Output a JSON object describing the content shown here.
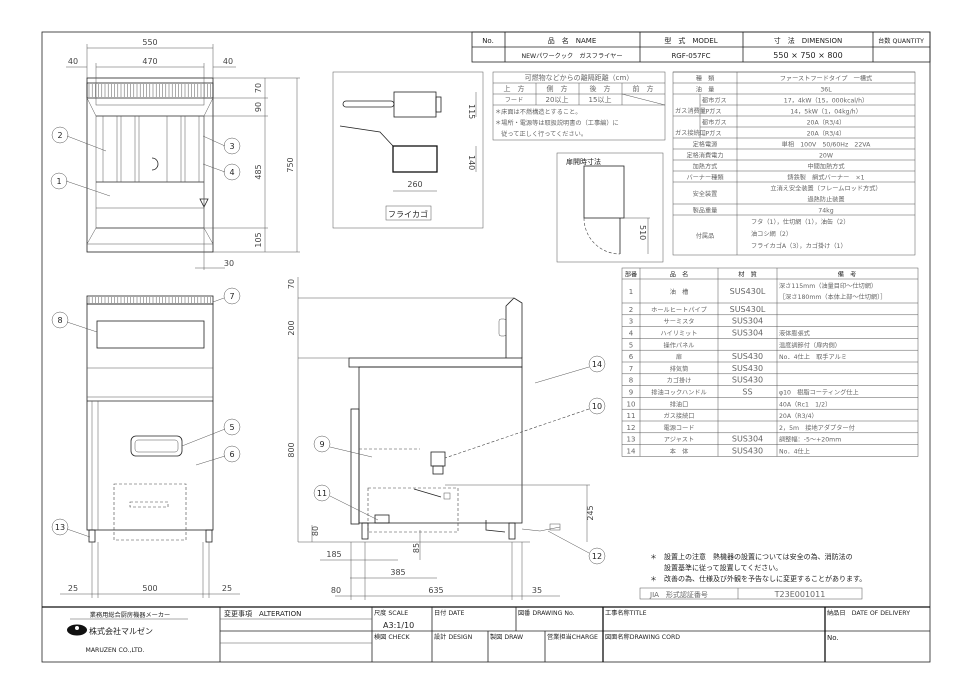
{
  "title_block": {
    "headers": {
      "no": "No.",
      "name": "品　名　NAME",
      "model": "型　式　MODEL",
      "dimension": "寸　法　DIMENSION",
      "quantity": "台数 QUANTITY"
    },
    "name": "NEWパワークック　ガスフライヤー",
    "model": "RGF-057FC",
    "dimension": "550 × 750 × 800"
  },
  "clearance": {
    "title": "可燃物などからの離隔距離（cm）",
    "headers": [
      "上　方",
      "側　方",
      "後　方",
      "前　方"
    ],
    "values": [
      "フード",
      "20以上",
      "15以上",
      ""
    ],
    "notes": [
      "＊床面は不燃構造とすること。",
      "＊場所・電源等は取扱説明書の（工事編）に",
      "　従って正しく行ってください。"
    ]
  },
  "specs": {
    "rows": [
      {
        "label": "種　類",
        "value": "ファーストフードタイプ　一槽式"
      },
      {
        "label": "油　量",
        "value": "36L"
      },
      {
        "group": "ガス消費量",
        "sub": "都市ガス",
        "value": "17，4kW（15，000kcal/h）"
      },
      {
        "sub": "LPガス",
        "value": "14，5kW（1，04kg/h）"
      },
      {
        "group": "ガス接続口",
        "sub": "都市ガス",
        "value": "20A（R3/4）"
      },
      {
        "sub": "LPガス",
        "value": "20A（R3/4）"
      },
      {
        "label": "定格電源",
        "value": "単相　100V　50/60Hz　22VA"
      },
      {
        "label": "定格消費電力",
        "value": "20W"
      },
      {
        "label": "加熱方式",
        "value": "中間加熱方式"
      },
      {
        "label": "バーナー種類",
        "value": "鋳鉄製　網式バーナー　×1"
      },
      {
        "label": "安全装置",
        "value": "立消え安全装置（フレームロッド方式）",
        "value2": "過熱防止装置"
      },
      {
        "label": "製品重量",
        "value": "74kg"
      },
      {
        "label": "付属品",
        "value": "フタ（1），仕切網（1），油缶（2）",
        "value2": "油コシ網（2）",
        "value3": "フライカゴA（3），カゴ掛け（1）"
      }
    ]
  },
  "parts": {
    "headers": [
      "部番",
      "品　名",
      "材　質",
      "備　考"
    ],
    "rows": [
      {
        "no": "1",
        "name": "油　槽",
        "material": "SUS430L",
        "note": "深さ115mm（油量目印～仕切網）",
        "note2": "［深さ180mm（本体上部～仕切網）］"
      },
      {
        "no": "2",
        "name": "ホールヒートパイプ",
        "material": "SUS430L",
        "note": ""
      },
      {
        "no": "3",
        "name": "サーミスタ",
        "material": "SUS304",
        "note": ""
      },
      {
        "no": "4",
        "name": "ハイリミット",
        "material": "SUS304",
        "note": "液体膨張式"
      },
      {
        "no": "5",
        "name": "操作パネル",
        "material": "",
        "note": "温度調節付（扉内側）"
      },
      {
        "no": "6",
        "name": "扉",
        "material": "SUS430",
        "note": "No．4仕上　取手アルミ"
      },
      {
        "no": "7",
        "name": "排気筒",
        "material": "SUS430",
        "note": ""
      },
      {
        "no": "8",
        "name": "カゴ掛け",
        "material": "SUS430",
        "note": ""
      },
      {
        "no": "9",
        "name": "排油コックハンドル",
        "material": "SS",
        "note": "φ10　樹脂コーティング仕上"
      },
      {
        "no": "10",
        "name": "排油口",
        "material": "",
        "note": "40A（Rc1　1/2）"
      },
      {
        "no": "11",
        "name": "ガス接続口",
        "material": "",
        "note": "20A（R3/4）"
      },
      {
        "no": "12",
        "name": "電源コード",
        "material": "",
        "note": "2，5m　接地アダプター付"
      },
      {
        "no": "13",
        "name": "アジャスト",
        "material": "SUS304",
        "note": "調整幅：-5～+20mm"
      },
      {
        "no": "14",
        "name": "本　体",
        "material": "SUS430",
        "note": "No．4仕上"
      }
    ]
  },
  "notes": {
    "line1": "＊　設置上の注意　熱機器の設置については安全の為、消防法の",
    "line2": "　　設置基準に従って設置してください。",
    "line3": "＊　改善の為、仕様及び外観を予告なしに変更することがあります。",
    "jia_label": "JIA　形式認証番号",
    "jia_value": "T23E001011"
  },
  "basket": {
    "label": "フライカゴ",
    "dims": [
      "115",
      "140",
      "260"
    ]
  },
  "door": {
    "title": "扉開時寸法",
    "dim": "510"
  },
  "plan_view": {
    "dims": [
      "550",
      "40",
      "470",
      "40",
      "70",
      "90",
      "485",
      "105",
      "750",
      "30"
    ],
    "balloons": [
      "1",
      "2",
      "3",
      "4"
    ]
  },
  "front_view": {
    "dims": [
      "25",
      "500",
      "25"
    ],
    "balloons": [
      "7",
      "8",
      "5",
      "6",
      "13"
    ]
  },
  "side_view": {
    "dims": [
      "70",
      "200",
      "800",
      "245",
      "80",
      "85",
      "185",
      "385",
      "80",
      "635",
      "35"
    ],
    "balloons": [
      "14",
      "10",
      "9",
      "11",
      "12"
    ]
  },
  "footer": {
    "maker_line": "業務用総合厨房機器メーカー",
    "company": "株式会社マルゼン",
    "company_en": "MARUZEN CO.,LTD.",
    "alteration": "変更事項　ALTERATION",
    "scale_label": "尺度 SCALE",
    "scale_value": "A3:1/10",
    "date": "日付 DATE",
    "drawing_no": "図番 DRAWING No.",
    "title": "工事名称TITLE",
    "delivery": "納品日　DATE OF DELIVERY",
    "check": "検図 CHECK",
    "design": "設計 DESIGN",
    "draw": "製図 DRAW",
    "charge": "営業担当CHARGE",
    "drawing_cord": "図面名称DRAWING CORD",
    "no": "No."
  }
}
